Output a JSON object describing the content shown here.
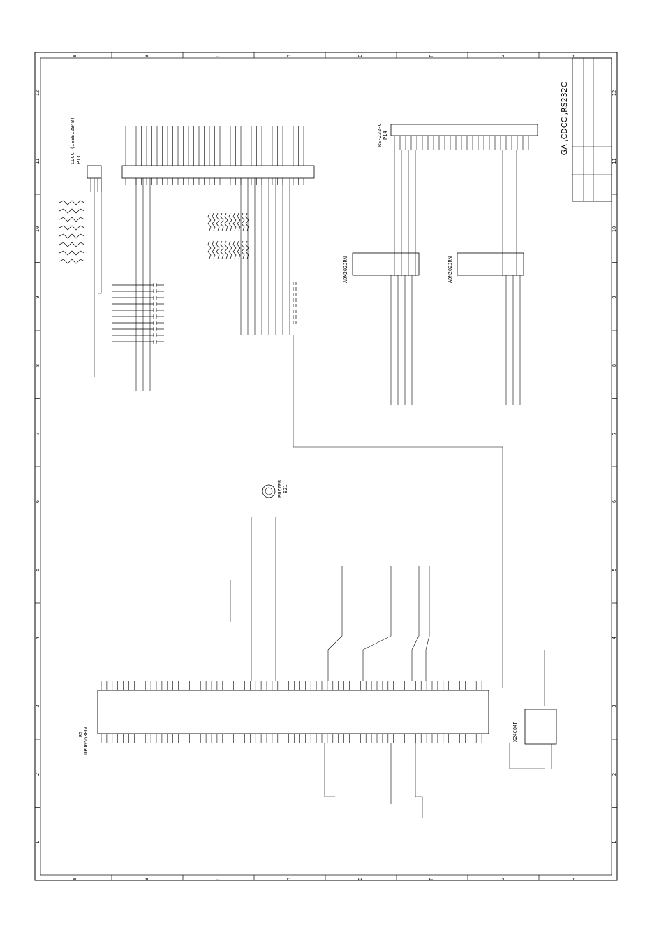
{
  "title_block": {
    "title": "GA ,CDCC ,RS232C"
  },
  "border": {
    "letters": [
      "A",
      "B",
      "C",
      "D",
      "E",
      "F",
      "G",
      "H"
    ],
    "numbers": [
      "12",
      "11",
      "10",
      "9",
      "8",
      "7",
      "6",
      "5",
      "4",
      "3",
      "2",
      "1"
    ]
  },
  "connectors": {
    "cdcc": "CDCC (IEEE1284B)",
    "cdcc_ref": "P13",
    "rs232": "RS-232-C",
    "rs232_ref": "P14",
    "ic_main": "uPD65630GC",
    "ic_main_ref": "R2",
    "ic_driver_1": "ADM202JRN",
    "ic_driver_2": "ADM202JRN",
    "eeprom": "X24C04F",
    "buzzer": "BUZZER",
    "buzzer_ref": "BZ1"
  }
}
